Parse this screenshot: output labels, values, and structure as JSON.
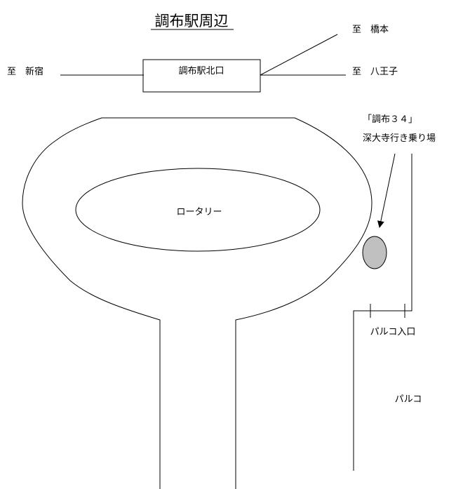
{
  "map": {
    "title": "調布駅周辺",
    "station": {
      "label": "調布駅北口"
    },
    "directions": {
      "shinjuku": "至　新宿",
      "hashimoto": "至　橋本",
      "hachioji": "至　八王子"
    },
    "rotary": {
      "label": "ロータリー"
    },
    "bus_stop": {
      "line1": "「調布３４」",
      "line2": "深大寺行き乗り場",
      "marker_color": "#c0c0c0"
    },
    "parco": {
      "entrance_label": "パルコ入口",
      "building_label": "パルコ"
    }
  }
}
